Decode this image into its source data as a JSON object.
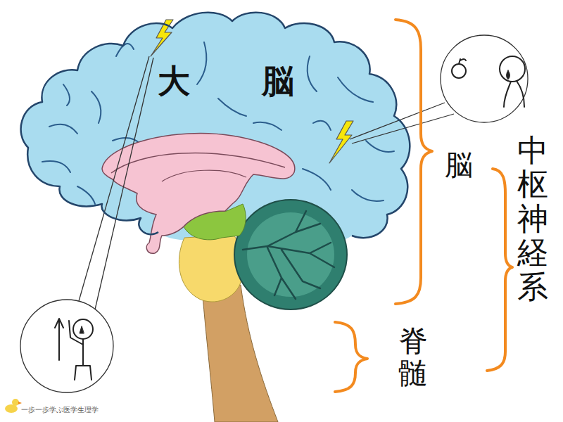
{
  "diagram": {
    "nodes": [
      {
        "text": [
          "大脳"
        ]
      }
    ],
    "labels": [
      "脳",
      "中枢神経系",
      "脊髄",
      "一歩一歩学ぶ医学生理学"
    ]
  }
}
